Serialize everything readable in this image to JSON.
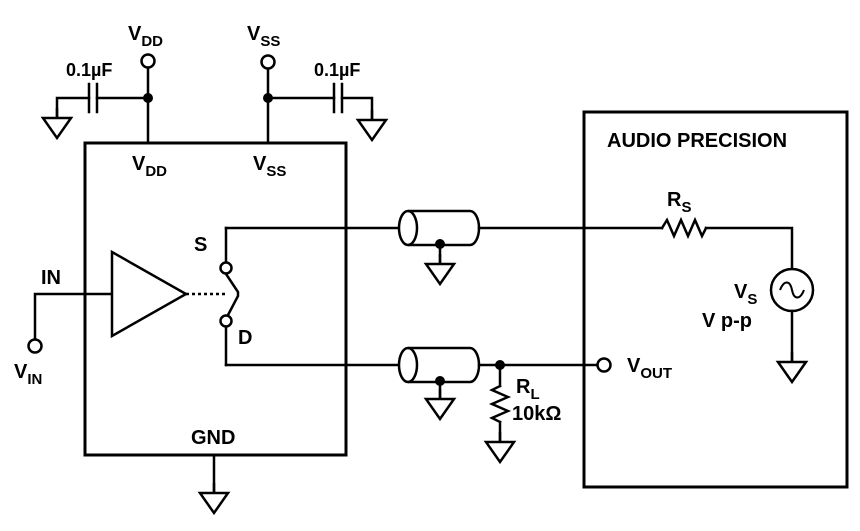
{
  "supply": {
    "vdd_top": {
      "main": "V",
      "sub": "DD"
    },
    "vss_top": {
      "main": "V",
      "sub": "SS"
    },
    "vdd_pin": {
      "main": "V",
      "sub": "DD"
    },
    "vss_pin": {
      "main": "V",
      "sub": "SS"
    },
    "cap_left": "0.1µF",
    "cap_right": "0.1µF"
  },
  "chip": {
    "in_label": "IN",
    "vin": {
      "main": "V",
      "sub": "IN"
    },
    "switch_s": "S",
    "switch_d": "D",
    "gnd": "GND"
  },
  "load": {
    "rl": {
      "main": "R",
      "sub": "L"
    },
    "rl_value": "10kΩ",
    "vout": {
      "main": "V",
      "sub": "OUT"
    }
  },
  "analyzer": {
    "title": "AUDIO PRECISION",
    "rs": {
      "main": "R",
      "sub": "S"
    },
    "vs": {
      "main": "V",
      "sub": "S"
    },
    "vs_amp": "V p-p"
  }
}
